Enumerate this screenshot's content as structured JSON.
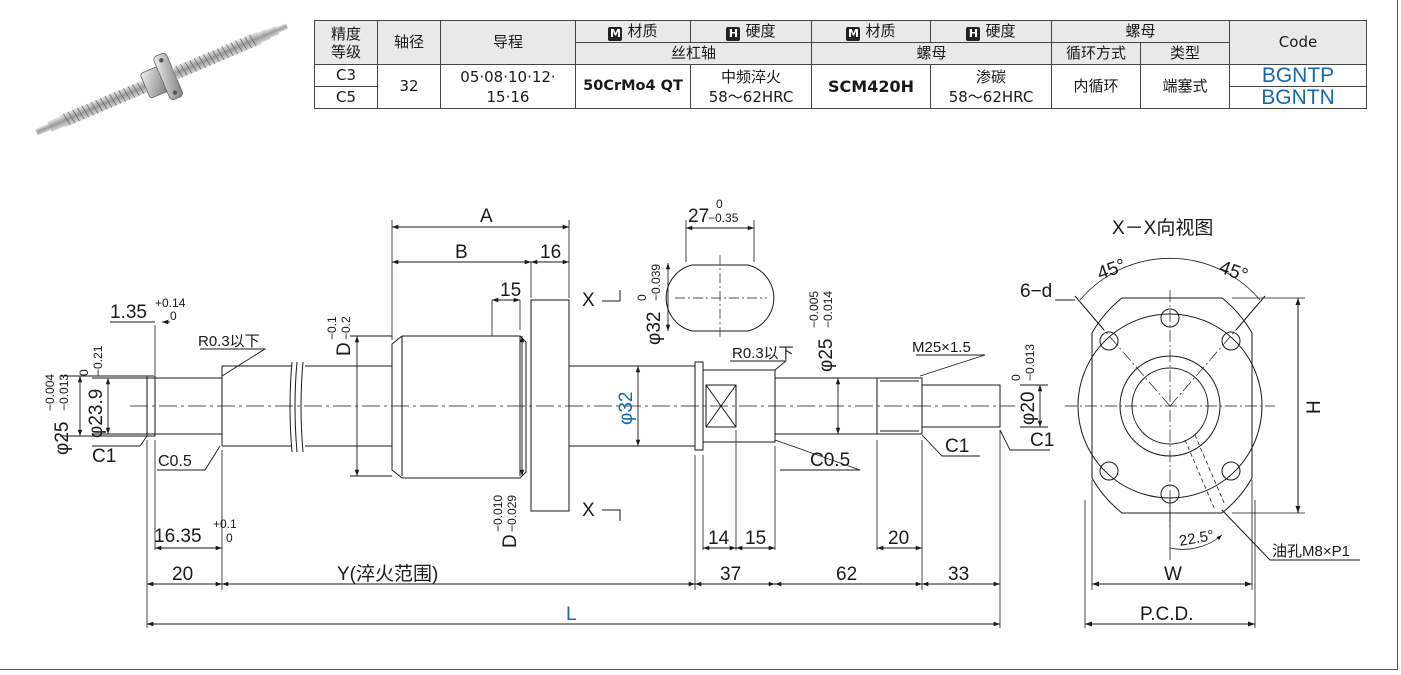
{
  "table": {
    "headers": {
      "precision": "精度\n等级",
      "precision_l1": "精度",
      "precision_l2": "等级",
      "shaft_dia": "轴径",
      "lead": "导程",
      "shaft_material": "材质",
      "shaft_hardness": "硬度",
      "nut_material": "材质",
      "nut_hardness": "硬度",
      "nut_group": "螺母",
      "code": "Code",
      "screw_shaft_group": "丝杠轴",
      "nut_group2": "螺母",
      "circulation": "循环方式",
      "type": "类型",
      "badge_m": "M",
      "badge_h": "H"
    },
    "row": {
      "precision_c3": "C3",
      "precision_c5": "C5",
      "shaft_dia": "32",
      "lead_l1": "05·08·10·12·",
      "lead_l2": "15·16",
      "shaft_material": "50CrMo4 QT",
      "shaft_hardness_l1": "中频淬火",
      "shaft_hardness_l2": "58〜62HRC",
      "nut_material": "SCM420H",
      "nut_hardness_l1": "渗碳",
      "nut_hardness_l2": "58〜62HRC",
      "circulation": "内循环",
      "type": "端塞式",
      "code_c3": "BGNTP",
      "code_c5": "BGNTN"
    }
  },
  "drawing": {
    "dim_A": "A",
    "dim_B": "B",
    "dim_16": "16",
    "dim_15_top": "15",
    "dim_27": "27",
    "tol_27_up": "0",
    "tol_27_lo": "−0.35",
    "dim_phi32_flat": "φ32",
    "tol_phi32_up": "0",
    "tol_phi32_lo": "−0.039",
    "dim_D_top": "D",
    "tol_D_top_up": "−0.1",
    "tol_D_top_lo": "−0.2",
    "dim_D_bot": "D",
    "tol_D_bot_up": "−0.010",
    "tol_D_bot_lo": "−0.029",
    "dim_1_35": "1.35",
    "tol_1_35_up": "+0.14",
    "tol_1_35_lo": "0",
    "r03_left": "R0.3以下",
    "r03_right": "R0.3以下",
    "dim_phi25_left": "φ25",
    "tol_phi25_left_up": "−0.004",
    "tol_phi25_left_lo": "−0.013",
    "dim_phi23_9": "φ23.9",
    "tol_phi23_9_up": "0",
    "tol_phi23_9_lo": "−0.21",
    "c1_left": "C1",
    "c05_left": "C0.5",
    "dim_16_35": "16.35",
    "tol_16_35_up": "+0.1",
    "tol_16_35_lo": "0",
    "dim_phi32_blue": "φ32",
    "dim_phi25_right": "φ25",
    "tol_phi25_right_up": "−0.005",
    "tol_phi25_right_lo": "−0.014",
    "thread": "M25×1.5",
    "dim_phi20": "φ20",
    "tol_phi20_up": "0",
    "tol_phi20_lo": "−0.013",
    "c1_mid": "C1",
    "c1_right": "C1",
    "c05_right": "C0.5",
    "section_x_top": "X",
    "section_x_bot": "X",
    "dim_14": "14",
    "dim_15_bot": "15",
    "dim_20_mid": "20",
    "dim_20_left": "20",
    "dim_Y": "Y(淬火范围)",
    "dim_37": "37",
    "dim_62": "62",
    "dim_33": "33",
    "dim_L": "L",
    "view_title": "X－X向视图",
    "angle_45_left": "45°",
    "angle_45_right": "45°",
    "holes": "6−d",
    "dim_H": "H",
    "angle_22_5": "22.5°",
    "oil_hole": "油孔M8×P1",
    "dim_W": "W",
    "dim_PCD": "P.C.D."
  },
  "colors": {
    "accent_blue": "#1668b2",
    "line": "#1a1a1a",
    "header_bg": "#e9e9e9"
  }
}
